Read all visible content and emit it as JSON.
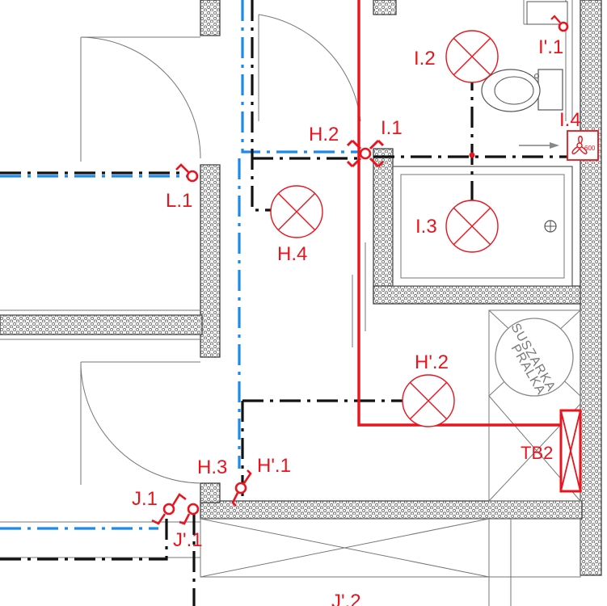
{
  "colors": {
    "circuit_red": "#e8141e",
    "wire_black": "#111111",
    "wire_blue": "#1e8ae6",
    "wall_outline": "#444444"
  },
  "labels": {
    "l1": "L.1",
    "h2": "H.2",
    "i1": "I.1",
    "i2": "I.2",
    "i3": "I.3",
    "i4": "I.4",
    "ip1": "I'.1",
    "h4": "H.4",
    "hp2": "H'.2",
    "h3": "H.3",
    "hp1": "H'.1",
    "j1": "J.1",
    "jp1": "J'.1",
    "jp2": "J'.2",
    "tb2": "TB2"
  },
  "room_text": {
    "line1": "SUSZARKA",
    "line2": "PRALKA"
  },
  "fan_text": "600",
  "icons": [
    "lamp-icon",
    "switch-icon",
    "socket-icon",
    "fan-icon",
    "toilet-icon",
    "shower-icon",
    "distribution-box-icon"
  ]
}
